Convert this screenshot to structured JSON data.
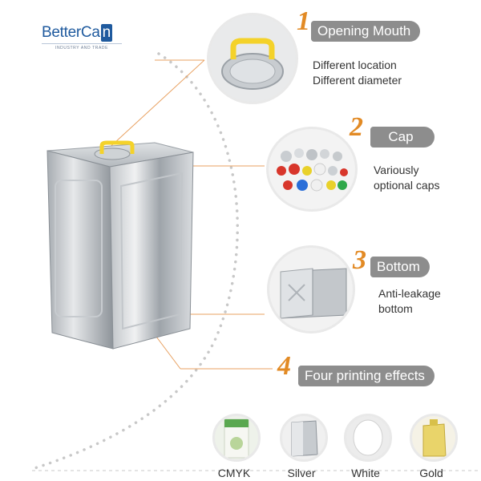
{
  "logo": {
    "name_main": "BetterCa",
    "name_last": "n",
    "tagline": "INDUSTRY AND TRADE"
  },
  "features": [
    {
      "number": "1",
      "title": "Opening Mouth",
      "desc": [
        "Different location",
        "Different diameter"
      ]
    },
    {
      "number": "2",
      "title": "Cap",
      "desc": [
        "Variously",
        "optional caps"
      ]
    },
    {
      "number": "3",
      "title": "Bottom",
      "desc": [
        "Anti-leakage",
        "bottom"
      ]
    },
    {
      "number": "4",
      "title": "Four printing effects",
      "desc": []
    }
  ],
  "printing_effects": [
    "CMYK",
    "Silver",
    "White",
    "Gold"
  ],
  "colors": {
    "accent": "#e28a24",
    "pill": "#8d8d8d",
    "brand": "#1f5a9e",
    "handle": "#f4d22a"
  }
}
